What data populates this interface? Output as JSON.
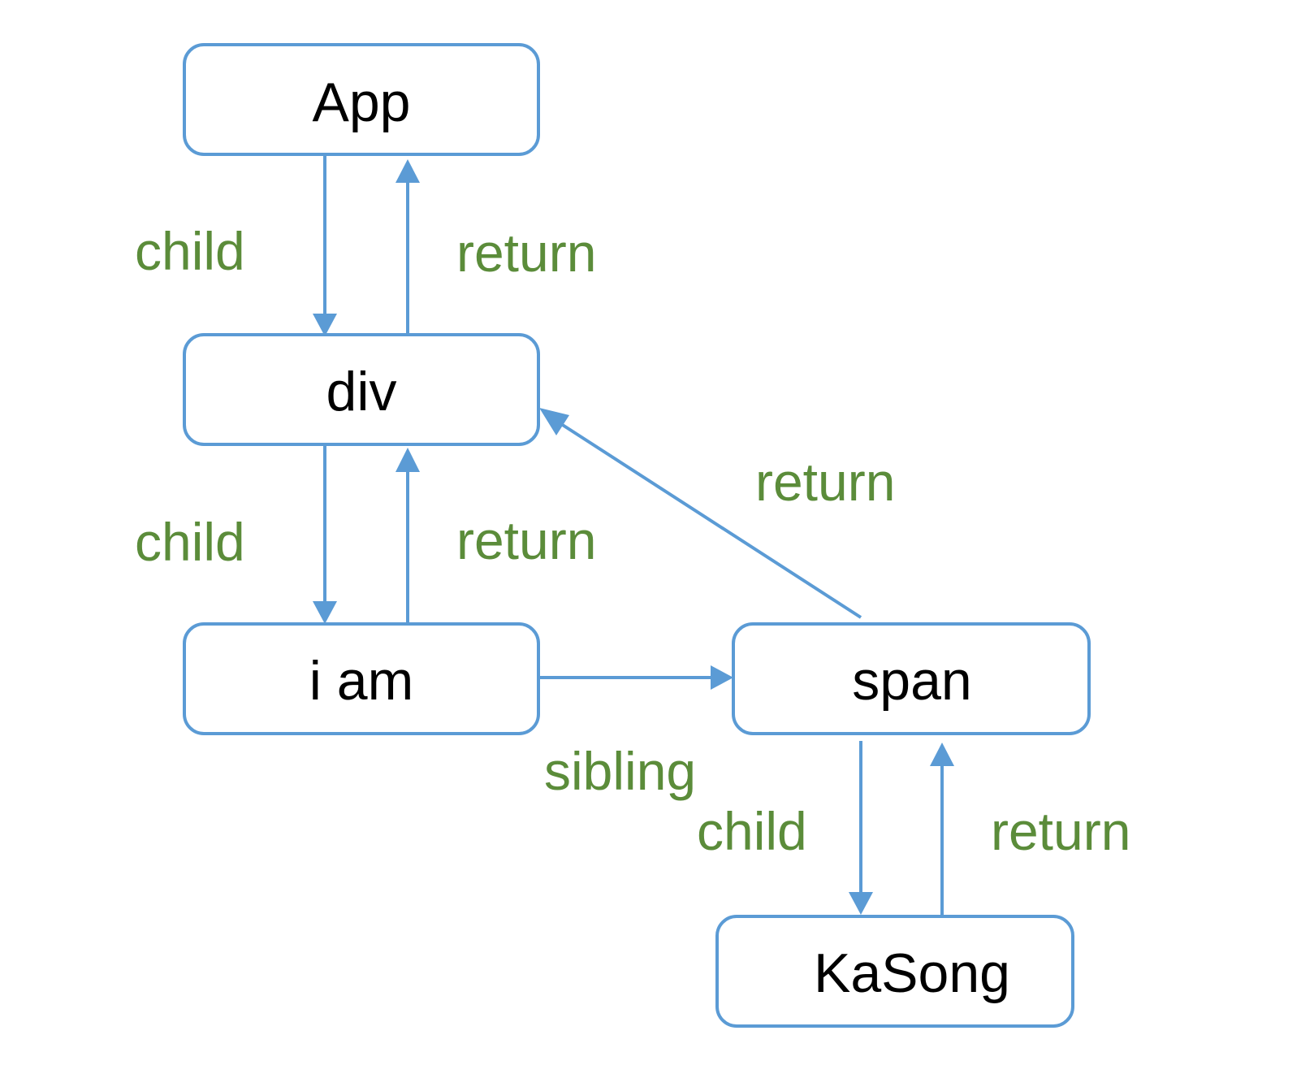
{
  "colors": {
    "node_border": "#5b9bd5",
    "edge": "#5b9bd5",
    "edge_label": "#5b8c3a",
    "node_text": "#000000",
    "background": "#ffffff"
  },
  "nodes": {
    "app": {
      "label": "App"
    },
    "div": {
      "label": "div"
    },
    "i_am": {
      "label": "i am"
    },
    "span": {
      "label": "span"
    },
    "kasong": {
      "label": "KaSong"
    }
  },
  "edges": {
    "app_div_child": {
      "label": "child"
    },
    "div_app_return": {
      "label": "return"
    },
    "div_iam_child": {
      "label": "child"
    },
    "iam_div_return": {
      "label": "return"
    },
    "span_div_return": {
      "label": "return"
    },
    "iam_span_sibling": {
      "label": "sibling"
    },
    "span_kasong_child": {
      "label": "child"
    },
    "kasong_span_return": {
      "label": "return"
    }
  }
}
